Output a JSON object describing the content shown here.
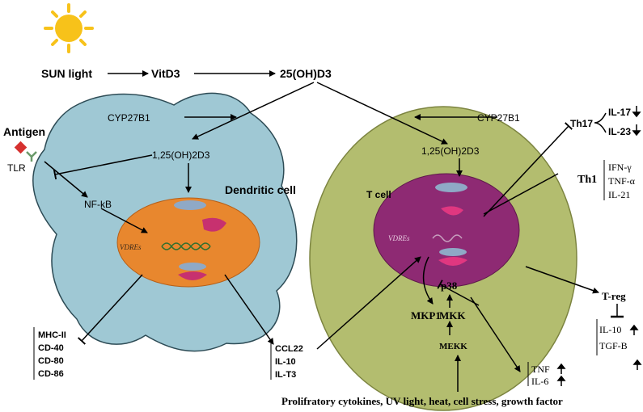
{
  "flow": {
    "sunlight": "SUN light",
    "vitd3": "VitD3",
    "oh25": "25(OH)D3"
  },
  "dendritic": {
    "antigen": "Antigen",
    "tlr": "TLR",
    "cyp": "CYP27B1",
    "calcitriol": "1,25(OH)2D3",
    "nfkb": "NF-kB",
    "cell_label": "Dendritic cell",
    "vdres": "VDREs",
    "markers": [
      "MHC-II",
      "CD-40",
      "CD-80",
      "CD-86"
    ],
    "cytokines": [
      "CCL22",
      "IL-10",
      "IL-T3"
    ]
  },
  "tcell": {
    "cyp": "CYP27B1",
    "calcitriol": "1,25(OH)2D3",
    "cell_label": "T cell",
    "vdres": "VDREs",
    "th17": "Th17",
    "th17_cytokines": [
      "IL-17",
      "IL-23"
    ],
    "th1": "Th1",
    "th1_cytokines": [
      "IFN-γ",
      "TNF-α",
      "IL-21"
    ],
    "p38": "p38",
    "mkp1": "MKP1",
    "mkk": "MKK",
    "mekk": "MEKK",
    "treg": "T-reg",
    "treg_cytokines": [
      "IL-10",
      "TGF-B"
    ],
    "p38_outputs": [
      "TNF",
      "IL-6"
    ],
    "stimuli": "Prolifratory cytokines, UV light, heat, cell stress, growth factor"
  },
  "colors": {
    "dendritic_body": "#9fc8d4",
    "nucleus_orange": "#e8872e",
    "tcell_body": "#b3bd6f",
    "tcell_nucleus": "#8e2a73",
    "sun": "#f7c21a",
    "antigen": "#d6312f"
  }
}
